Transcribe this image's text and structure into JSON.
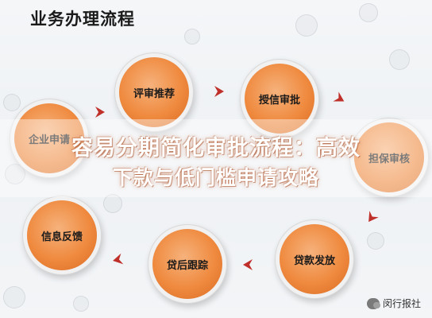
{
  "title": "业务办理流程",
  "nodes": {
    "n1": "企业申请",
    "n2": "评审推荐",
    "n3": "授信审批",
    "n4": "担保审核",
    "n5": "贷款发放",
    "n6": "贷后跟踪",
    "n7": "信息反馈"
  },
  "overlay": {
    "line1": "容易分期简化审批流程：高效",
    "line2": "下款与低门槛申请攻略"
  },
  "watermark": "闵行报社",
  "colors": {
    "node": "#ef8a3f",
    "arrow": "#c0302a",
    "title": "#1a1a1a"
  },
  "icons": [
    "coin-icon",
    "arrow-right-icon",
    "arrow-left-icon",
    "wechat-icon"
  ]
}
